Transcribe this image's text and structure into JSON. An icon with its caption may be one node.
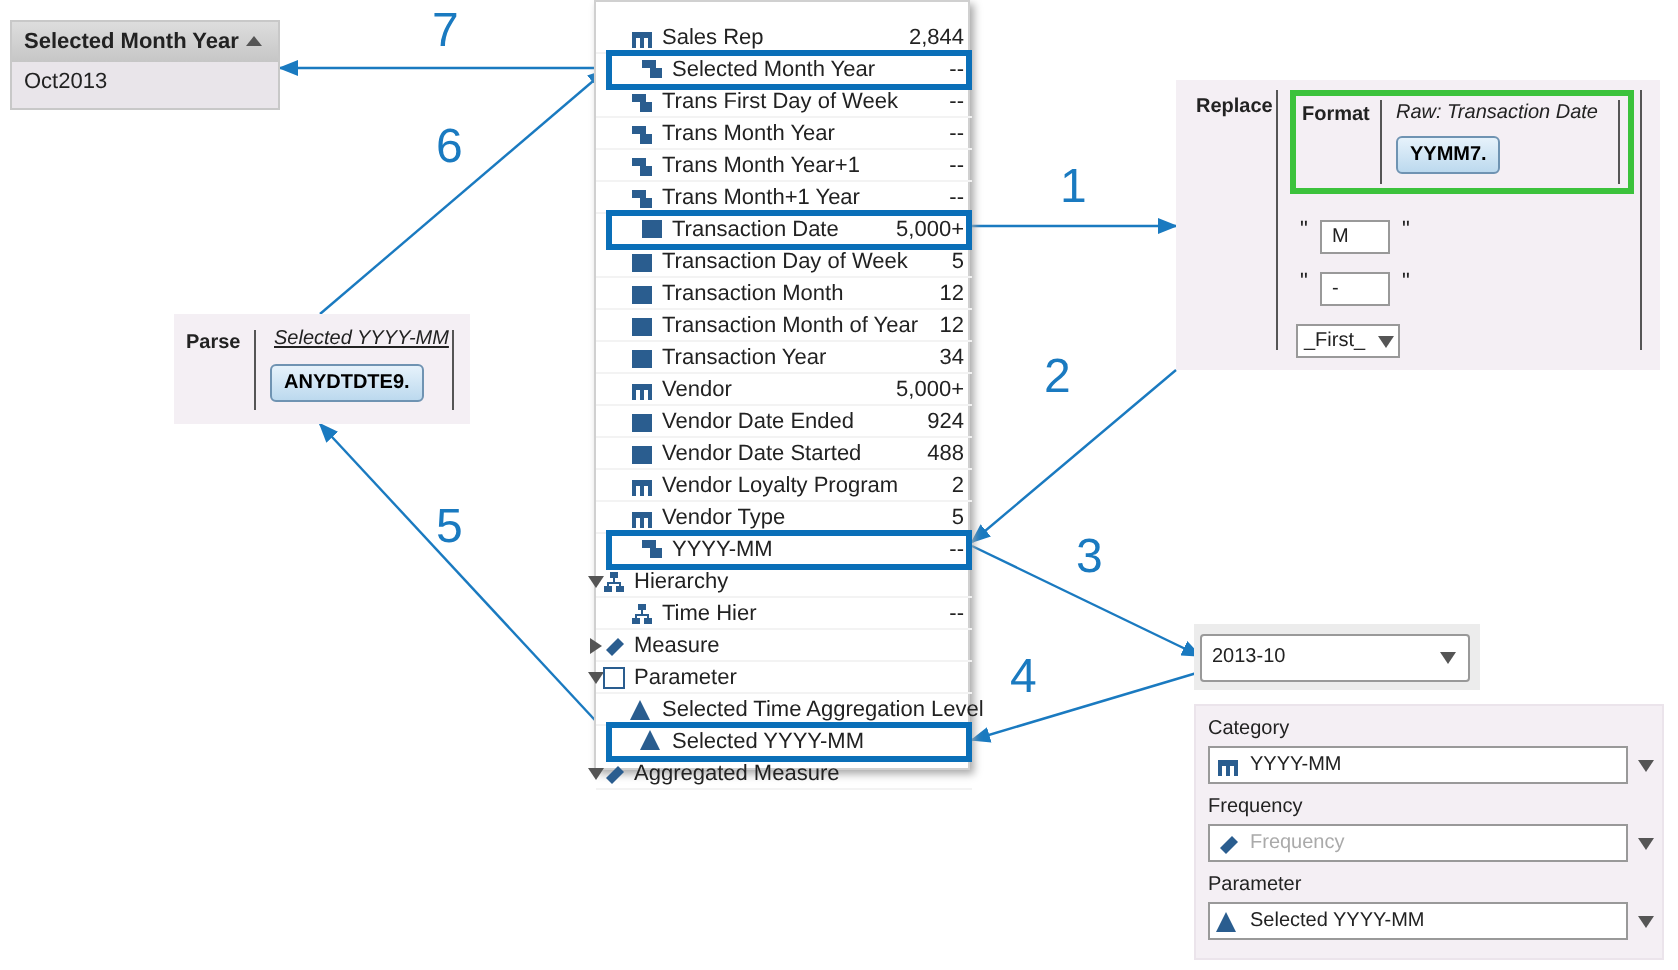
{
  "diagram": {
    "nodes": [
      {
        "text": [
          "Selected Month Year",
          "Oct2013"
        ]
      },
      {
        "text": [],
        "shape": "box"
      },
      {
        "text": [
          "Sales Rep",
          "2,844"
        ],
        "in": 1
      },
      {
        "text": [
          "Selected Month Year",
          "--"
        ],
        "in": 1
      },
      {
        "text": [
          "Trans First Day of Week",
          "--"
        ],
        "in": 1
      },
      {
        "text": [
          "Trans Month Year",
          "--"
        ],
        "in": 1
      },
      {
        "text": [
          "Trans Month Year+1",
          "--"
        ],
        "in": 1
      },
      {
        "text": [
          "Trans Month+1 Year",
          "--"
        ],
        "in": 1
      },
      {
        "text": [
          "Transaction Date",
          "5,000+"
        ],
        "in": 1
      },
      {
        "text": [
          "Transaction Day of Week",
          "5"
        ],
        "in": 1
      },
      {
        "text": [
          "Transaction Month",
          "12"
        ],
        "in": 1
      },
      {
        "text": [
          "Transaction Month of Year",
          "12"
        ],
        "in": 1
      },
      {
        "text": [
          "Transaction Year",
          "34"
        ],
        "in": 1
      },
      {
        "text": [
          "Vendor",
          "5,000+"
        ],
        "in": 1
      },
      {
        "text": [
          "Vendor Date Ended",
          "924"
        ],
        "in": 1
      },
      {
        "text": [
          "Vendor Date Started",
          "488"
        ],
        "in": 1
      },
      {
        "text": [
          "Vendor Loyalty Program",
          "2"
        ],
        "in": 1
      },
      {
        "text": [
          "Vendor Type",
          "5"
        ],
        "in": 1
      },
      {
        "text": [
          "YYYY-MM",
          "--"
        ],
        "in": 1
      },
      {
        "text": [
          "Hierarchy"
        ],
        "in": 1
      },
      {
        "text": [
          "Time Hier",
          "--"
        ],
        "in": 1
      },
      {
        "text": [
          "Measure"
        ],
        "in": 1
      },
      {
        "text": [
          "Parameter"
        ],
        "in": 1
      },
      {
        "text": [
          "Selected Time Aggregation Level"
        ],
        "in": 1
      },
      {
        "text": [
          "Selected YYYY-MM"
        ],
        "in": 1
      },
      {
        "text": [
          "Aggregated Measure"
        ],
        "in": 1
      },
      {
        "text": [
          "Parse",
          "Selected YYYY-MM"
        ]
      },
      {
        "text": [
          "ANYDTDTE9."
        ],
        "in": 26
      },
      {
        "text": [
          "Replace"
        ]
      },
      {
        "text": [
          "Format",
          "Raw: Transaction Date"
        ],
        "in": 28
      },
      {
        "text": [
          "YYMM7."
        ],
        "in": 29
      },
      {
        "text": [
          "M"
        ],
        "in": 28
      },
      {
        "text": [
          "-"
        ],
        "in": 28
      },
      {
        "text": [
          "_First_"
        ],
        "in": 28
      },
      {
        "text": [
          "2013-10"
        ]
      },
      {
        "text": [],
        "shape": "box"
      },
      {
        "text": [
          "Category",
          "YYYY-MM"
        ],
        "in": 35
      },
      {
        "text": [
          "Frequency",
          "Frequency"
        ],
        "in": 35
      },
      {
        "text": [
          "Parameter",
          "Selected YYYY-MM"
        ],
        "in": 35
      }
    ],
    "edges": [
      {
        "from": 8,
        "to": 28,
        "arrow": "to",
        "label": "1"
      },
      {
        "from": 28,
        "to": 18,
        "arrow": "to",
        "label": "2"
      },
      {
        "from": 18,
        "to": 34,
        "arrow": "to",
        "label": "3"
      },
      {
        "from": 34,
        "to": 24,
        "arrow": "to",
        "label": "4"
      },
      {
        "from": 24,
        "to": 26,
        "arrow": "to",
        "label": "5"
      },
      {
        "from": 26,
        "to": 3,
        "arrow": "to",
        "label": "6"
      },
      {
        "from": 3,
        "to": 0,
        "arrow": "to",
        "label": "7"
      }
    ],
    "labels": [
      "\"",
      "\"",
      "\"",
      "\""
    ]
  }
}
